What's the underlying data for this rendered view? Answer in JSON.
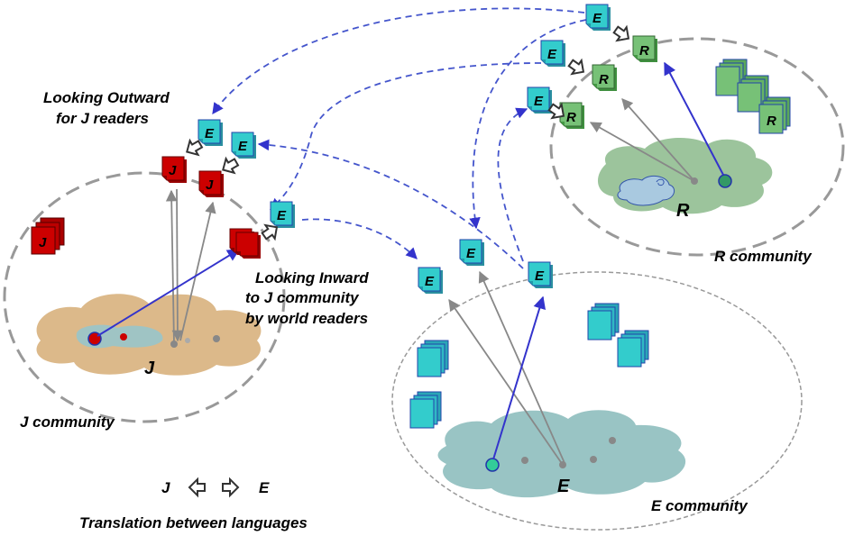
{
  "labels": {
    "looking_outward_1": "Looking Outward",
    "looking_outward_2": "for J readers",
    "looking_inward_1": "Looking Inward",
    "looking_inward_2": "to J community",
    "looking_inward_3": "by world readers",
    "j_community": "J community",
    "e_community": "E community",
    "r_community": "R community",
    "translation_between": "Translation between languages",
    "legend_j": "J",
    "legend_e": "E"
  },
  "clouds": {
    "j": "J",
    "e": "E",
    "r": "R"
  },
  "doc_letters": {
    "j": "J",
    "e": "E",
    "r": "R"
  },
  "colors": {
    "j_doc": "#cc0000",
    "e_doc": "#33cccc",
    "r_doc": "#66bb66",
    "j_cloud": "#dcb98a",
    "e_cloud": "#99c4c4",
    "r_cloud": "#9cc49c",
    "community_border": "#999999",
    "arrow_blue": "#3333cc",
    "arrow_gray": "#888888"
  }
}
